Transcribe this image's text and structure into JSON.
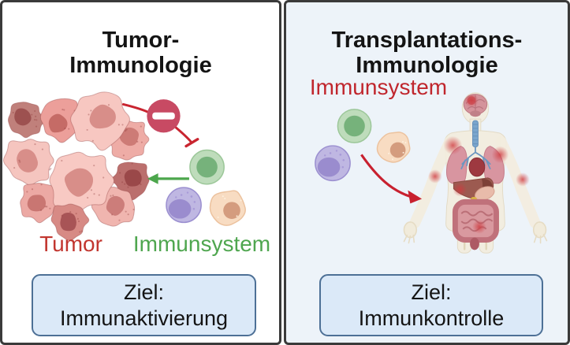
{
  "left_panel": {
    "title": "Tumor-\nImmunologie",
    "tumor_label": "Tumor",
    "immunsystem_label": "Immunsystem",
    "goal": "Ziel:\nImmunaktivierung"
  },
  "right_panel": {
    "title": "Transplantations-\nImmunologie",
    "immunsystem_label": "Immunsystem",
    "goal": "Ziel:\nImmunkontrolle"
  },
  "icons": {
    "left": [
      "tumor-cell-cluster",
      "inhibition-minus-icon",
      "t-cell-icon",
      "b-cell-icon",
      "macrophage-icon",
      "green-activation-arrow-icon"
    ],
    "right": [
      "t-cell-icon",
      "b-cell-icon",
      "macrophage-icon",
      "red-attack-arrow-icon",
      "human-body-anatomy-icon"
    ]
  },
  "colors": {
    "panel_border": "#3a3a3a",
    "right_panel_bg": "#edf3f9",
    "goal_box_fill": "#dbe9f8",
    "goal_box_border": "#4d7096",
    "tumor_label_red": "#c2362f",
    "immun_label_green": "#4fa64f",
    "immun_label_red": "#c0262d",
    "inhibition_rose": "#c84a63",
    "line_red": "#c92530",
    "arrow_green": "#4ca64c",
    "tumor_cell_light": "#f7c7c1",
    "tumor_cell_mid": "#eca49f",
    "tumor_cell_dark": "#bb6f6d",
    "t_cell_green": "#bedcbb",
    "b_cell_purple": "#bfb7e2",
    "macrophage_peach": "#f8dcc2"
  }
}
